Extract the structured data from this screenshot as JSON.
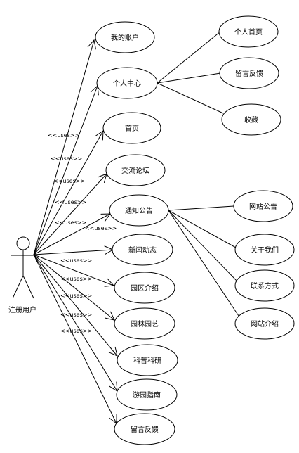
{
  "actor": {
    "name": "注册用户"
  },
  "stereotype": "<<uses>>",
  "use_cases": {
    "my_account": "我的账户",
    "personal_center": "个人中心",
    "home": "首页",
    "forum": "交流论坛",
    "notice": "通知公告",
    "news": "新闻动态",
    "park_intro": "园区介绍",
    "garden_art": "园林园艺",
    "science": "科普科研",
    "tour_guide": "游园指南",
    "feedback": "留言反馈",
    "pc_home": "个人首页",
    "pc_feedback": "留言反馈",
    "pc_favorites": "收藏",
    "site_notice": "网站公告",
    "about_us": "关于我们",
    "contact": "联系方式",
    "site_intro": "网站介绍"
  }
}
